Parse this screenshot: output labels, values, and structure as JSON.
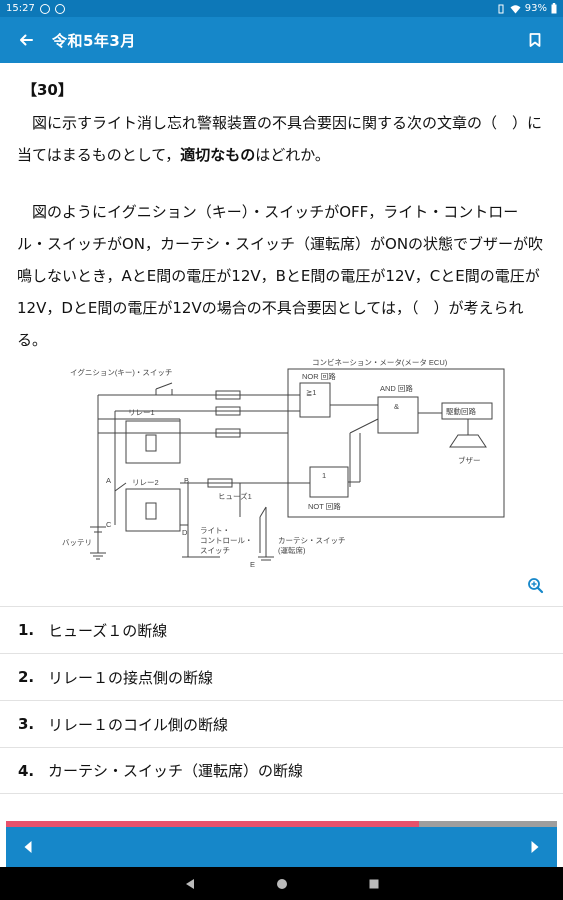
{
  "status_bar": {
    "time": "15:27",
    "battery": "93%"
  },
  "app_bar": {
    "title": "令和5年3月"
  },
  "question": {
    "number": "【30】",
    "line1_a": "図に示すライト消し忘れ警報装置の不具合要因に関する次の文章の（　）に当てはまるものとして，",
    "line1_bold": "適切なもの",
    "line1_b": "はどれか。",
    "paragraph": "図のようにイグニション（キー）・スイッチがOFF，ライト・コントロール・スイッチがON，カーテシ・スイッチ（運転席）がONの状態でブザーが吹鳴しないとき，AとE間の電圧が12V，BとE間の電圧が12V，CとE間の電圧が12V，DとE間の電圧が12Vの場合の不具合要因としては，（　）が考えられる。"
  },
  "diagram": {
    "ignition_label": "イグニション(キー)・スイッチ",
    "ecu_label": "コンビネーション・メータ(メータ ECU)",
    "nor_label": "NOR 回路",
    "nor_symbol": "≧1",
    "and_label": "AND 回路",
    "and_symbol": "&",
    "drive_label": "駆動回路",
    "buzzer_label": "ブザー",
    "relay1_label": "リレー1",
    "relay2_label": "リレー2",
    "not_symbol": "1",
    "not_label": "NOT 回路",
    "fuse1_label": "ヒューズ1",
    "point_a": "A",
    "point_b": "B",
    "point_c": "C",
    "point_d": "D",
    "point_e": "E",
    "battery_label": "バッテリ",
    "light_switch_label_1": "ライト・",
    "light_switch_label_2": "コントロール・",
    "light_switch_label_3": "スイッチ",
    "courtesy_label_1": "カーテシ・スイッチ",
    "courtesy_label_2": "(運転席)"
  },
  "options": [
    {
      "num": "1.",
      "text": "ヒューズ１の断線"
    },
    {
      "num": "2.",
      "text": "リレー１の接点側の断線"
    },
    {
      "num": "3.",
      "text": "リレー１のコイル側の断線"
    },
    {
      "num": "4.",
      "text": "カーテシ・スイッチ（運転席）の断線"
    }
  ],
  "progress": {
    "value": 0.75
  },
  "colors": {
    "app_bar": "#1687c9",
    "status_bar": "#0d78b8",
    "progress_fill": "#e8526c",
    "progress_track": "#9e9e9e"
  }
}
